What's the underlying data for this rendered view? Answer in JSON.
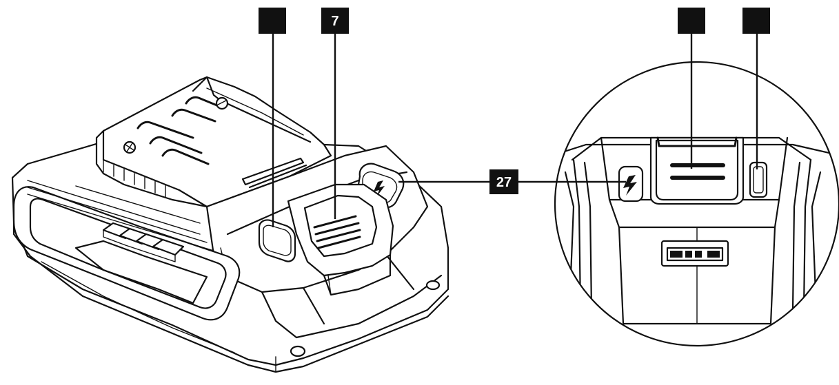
{
  "figure": {
    "callouts": [
      {
        "id": "left-top-1",
        "label": ""
      },
      {
        "id": "left-top-2",
        "label": "7"
      },
      {
        "id": "right-top-1",
        "label": ""
      },
      {
        "id": "right-top-2",
        "label": ""
      },
      {
        "id": "right-side",
        "label": "27"
      }
    ]
  },
  "colors": {
    "ink": "#111111",
    "paper": "#ffffff"
  }
}
